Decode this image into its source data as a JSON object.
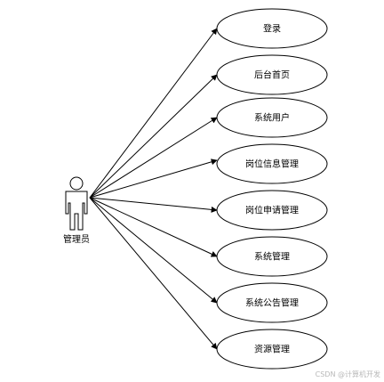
{
  "actor": {
    "label": "管理员"
  },
  "use_cases": [
    {
      "label": "登录"
    },
    {
      "label": "后台首页"
    },
    {
      "label": "系统用户"
    },
    {
      "label": "岗位信息管理"
    },
    {
      "label": "岗位申请管理"
    },
    {
      "label": "系统管理"
    },
    {
      "label": "系统公告管理"
    },
    {
      "label": "资源管理"
    }
  ],
  "watermark": "CSDN @计算机开发"
}
